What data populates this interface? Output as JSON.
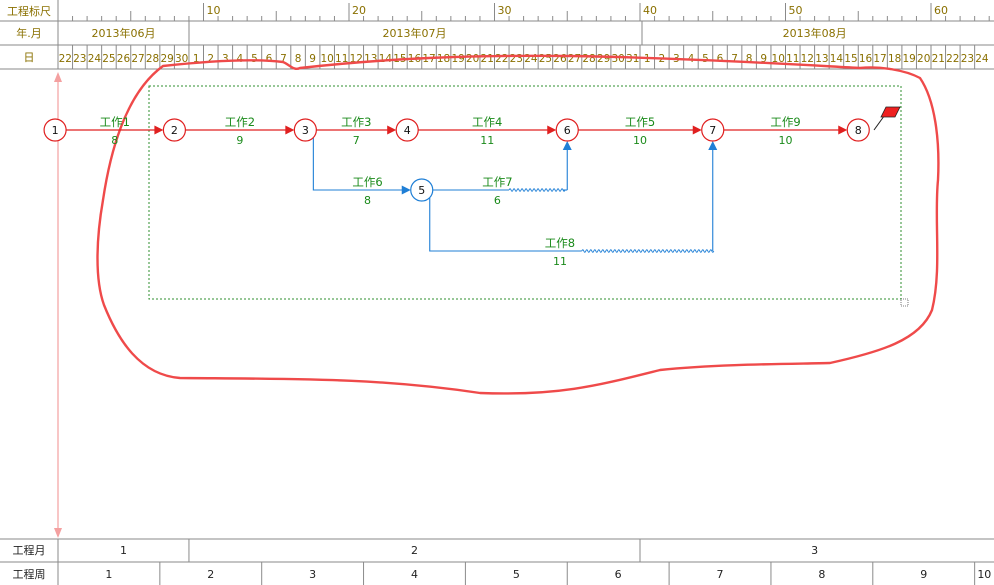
{
  "header": {
    "ruler_label": "工程标尺",
    "yearmonth_label": "年.月",
    "day_label": "日",
    "ruler_ticks": [
      "10",
      "20",
      "30",
      "40",
      "50",
      "60"
    ],
    "months": [
      "2013年06月",
      "2013年07月",
      "2013年08月"
    ],
    "days": [
      "22",
      "23",
      "24",
      "25",
      "26",
      "27",
      "28",
      "29",
      "30",
      "1",
      "2",
      "3",
      "4",
      "5",
      "6",
      "7",
      "8",
      "9",
      "10",
      "11",
      "12",
      "13",
      "14",
      "15",
      "16",
      "17",
      "18",
      "19",
      "20",
      "21",
      "22",
      "23",
      "24",
      "25",
      "26",
      "27",
      "28",
      "29",
      "30",
      "31",
      "1",
      "2",
      "3",
      "4",
      "5",
      "6",
      "7",
      "8",
      "9",
      "10",
      "11",
      "12",
      "13",
      "14",
      "15",
      "16",
      "17",
      "18",
      "19",
      "20",
      "21",
      "22",
      "23",
      "24"
    ]
  },
  "footer": {
    "month_label": "工程月",
    "week_label": "工程周",
    "months": [
      "1",
      "2",
      "3"
    ],
    "weeks": [
      "1",
      "2",
      "3",
      "4",
      "5",
      "6",
      "7",
      "8",
      "9",
      "10"
    ]
  },
  "nodes": [
    {
      "id": "1",
      "day": -0.2
    },
    {
      "id": "2",
      "day": 8
    },
    {
      "id": "3",
      "day": 17
    },
    {
      "id": "4",
      "day": 24
    },
    {
      "id": "5",
      "day": 25,
      "row": 1
    },
    {
      "id": "6",
      "day": 35
    },
    {
      "id": "7",
      "day": 45
    },
    {
      "id": "8",
      "day": 55
    }
  ],
  "tasks": [
    {
      "name": "工作1",
      "duration": "8",
      "from": "1",
      "to": "2",
      "critical": true
    },
    {
      "name": "工作2",
      "duration": "9",
      "from": "2",
      "to": "3",
      "critical": true
    },
    {
      "name": "工作3",
      "duration": "7",
      "from": "3",
      "to": "4",
      "critical": true
    },
    {
      "name": "工作4",
      "duration": "11",
      "from": "4",
      "to": "6",
      "critical": true
    },
    {
      "name": "工作5",
      "duration": "10",
      "from": "6",
      "to": "7",
      "critical": true
    },
    {
      "name": "工作9",
      "duration": "10",
      "from": "7",
      "to": "8",
      "critical": true
    },
    {
      "name": "工作6",
      "duration": "8",
      "from": "3",
      "to": "5",
      "critical": false
    },
    {
      "name": "工作7",
      "duration": "6",
      "from": "5",
      "to": "6",
      "critical": false
    },
    {
      "name": "工作8",
      "duration": "11",
      "from": "5",
      "to": "7",
      "critical": false
    }
  ],
  "colors": {
    "critical": "#e02020",
    "normal": "#1f7fd6",
    "label": "#1a8a1a",
    "header_text": "#8a7000",
    "grid": "#8a8a8a",
    "annotation": "#ef4a4a",
    "selection": "#2f8f2f",
    "timeline": "#f4a0a0"
  }
}
